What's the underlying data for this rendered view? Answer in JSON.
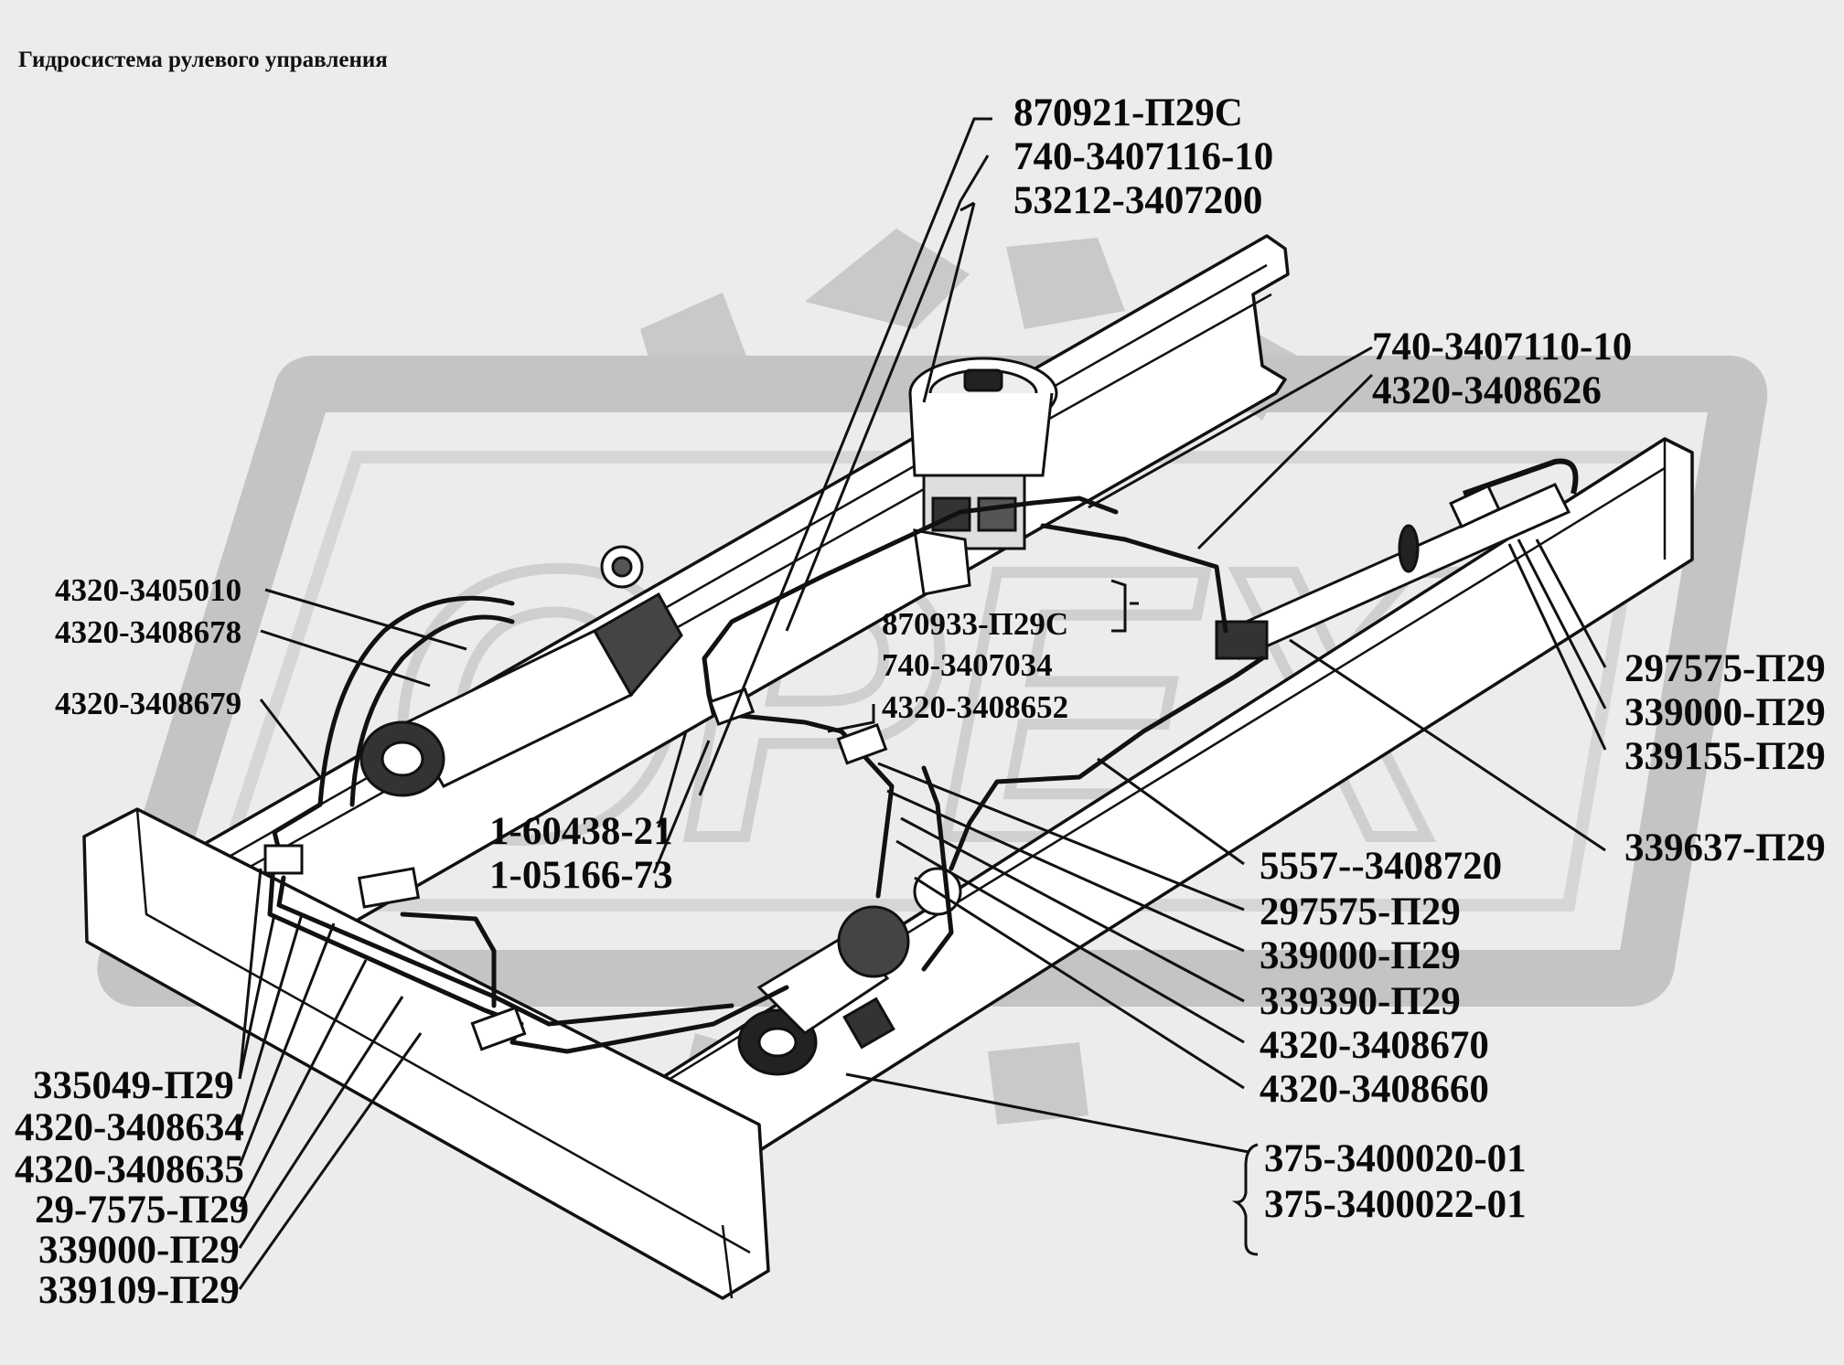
{
  "title": "Гидросистема рулевого управления",
  "watermark": "ОРЕХ",
  "labels": {
    "l01": "870921-П29С",
    "l02": "740-3407116-10",
    "l03": "53212-3407200",
    "l04": "740-3407110-10",
    "l05": "4320-3408626",
    "l06": "4320-3405010",
    "l07": "4320-3408678",
    "l08": "4320-3408679",
    "l09": "870933-П29С",
    "l10": "740-3407034",
    "l11": "4320-3408652",
    "l12": "297575-П29",
    "l13": "339000-П29",
    "l14": "339155-П29",
    "l15": "339637-П29",
    "l16": "1-60438-21",
    "l17": "1-05166-73",
    "l18": "5557--3408720",
    "l19": "297575-П29",
    "l20": "339000-П29",
    "l21": "339390-П29",
    "l22": "4320-3408670",
    "l23": "4320-3408660",
    "l24": "375-3400020-01",
    "l25": "375-3400022-01",
    "l26": "335049-П29",
    "l27": "4320-3408634",
    "l28": "4320-3408635",
    "l29": "29-7575-П29",
    "l30": "339000-П29",
    "l31": "339109-П29"
  }
}
